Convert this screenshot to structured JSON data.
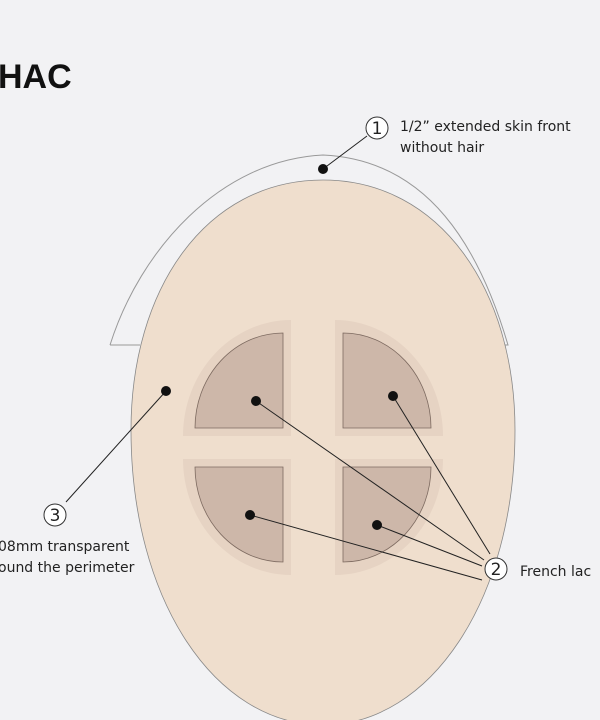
{
  "title": "HAC",
  "callouts": [
    {
      "number": "1",
      "lines": [
        "1/2” extended skin front",
        "without hair"
      ]
    },
    {
      "number": "2",
      "lines": [
        "French lac"
      ]
    },
    {
      "number": "3",
      "lines": [
        "08mm transparent",
        "ound the perimeter"
      ]
    }
  ],
  "colors": {
    "background": "#f2f2f4",
    "skin": "#efdecd",
    "lace_band": "#e3cfbf",
    "lace": "#cdb7a9"
  }
}
